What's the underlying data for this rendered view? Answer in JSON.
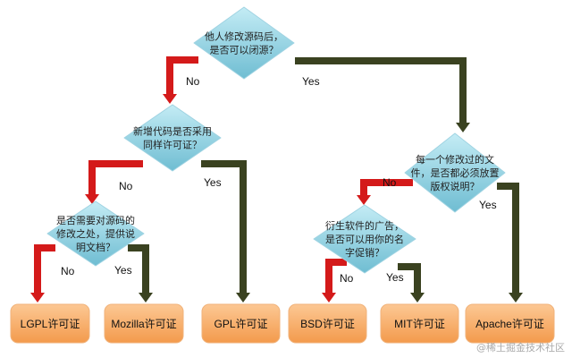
{
  "colors": {
    "no_arrow": "#d41a1a",
    "yes_arrow": "#3a4220",
    "diamond": "#8ccfe0",
    "box": "#f6a860"
  },
  "questions": [
    {
      "id": "q1",
      "lines": [
        "他人修改源码后，",
        "是否可以闭源？"
      ]
    },
    {
      "id": "q2",
      "lines": [
        "新增代码是否采用",
        "同样许可证？"
      ]
    },
    {
      "id": "q3",
      "lines": [
        "是否需要对源码的",
        "修改之处，提供说",
        "明文档？"
      ]
    },
    {
      "id": "q4",
      "lines": [
        "每一个修改过的文",
        "件，是否都必须放置",
        "版权说明？"
      ]
    },
    {
      "id": "q5",
      "lines": [
        "衍生软件的广告，",
        "是否可以用你的名",
        "字促销？"
      ]
    }
  ],
  "licenses": [
    "LGPL许可证",
    "Mozilla许可证",
    "GPL许可证",
    "BSD许可证",
    "MIT许可证",
    "Apache许可证"
  ],
  "edges": [
    {
      "from": "q1",
      "to": "q2",
      "label": "No"
    },
    {
      "from": "q1",
      "to": "q4",
      "label": "Yes"
    },
    {
      "from": "q2",
      "to": "q3",
      "label": "No"
    },
    {
      "from": "q2",
      "to": "GPL许可证",
      "label": "Yes"
    },
    {
      "from": "q3",
      "to": "LGPL许可证",
      "label": "No"
    },
    {
      "from": "q3",
      "to": "Mozilla许可证",
      "label": "Yes"
    },
    {
      "from": "q4",
      "to": "q5",
      "label": "No"
    },
    {
      "from": "q4",
      "to": "Apache许可证",
      "label": "Yes"
    },
    {
      "from": "q5",
      "to": "BSD许可证",
      "label": "No"
    },
    {
      "from": "q5",
      "to": "MIT许可证",
      "label": "Yes"
    }
  ],
  "watermark": "@稀土掘金技术社区"
}
